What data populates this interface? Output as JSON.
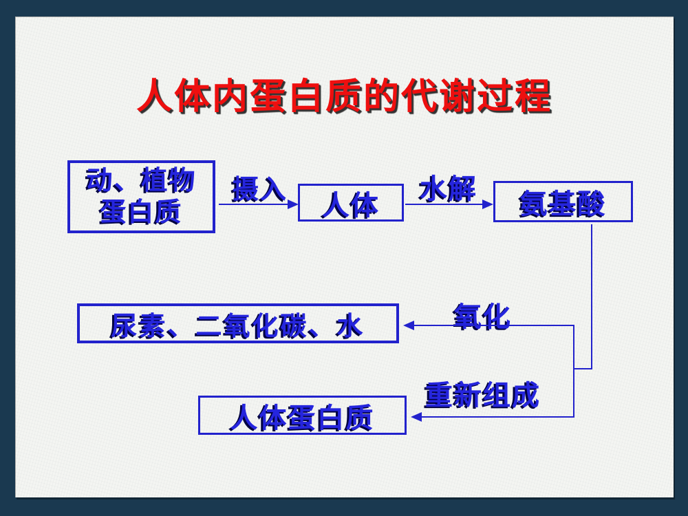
{
  "slide": {
    "title": "人体内蛋白质的代谢过程",
    "nodes": {
      "source": {
        "line1": "动、植物",
        "line2": "蛋白质"
      },
      "body": {
        "label": "人体"
      },
      "amino": {
        "label": "氨基酸"
      },
      "waste": {
        "label": "尿素、二氧化碳、水"
      },
      "protein": {
        "label": "人体蛋白质"
      }
    },
    "edges": {
      "intake": {
        "label": "摄入"
      },
      "hydrolysis": {
        "label": "水解"
      },
      "oxidation": {
        "label": "氧化"
      },
      "recompose": {
        "label": "重新组成"
      }
    },
    "colors": {
      "frame": "#1a3950",
      "paper": "#f4f5f2",
      "blue": "#2222cc",
      "text-blue": "#2525dd",
      "blue-shadow": "#000040",
      "red": "#ee0f0f",
      "red-shadow": "#333333"
    }
  }
}
